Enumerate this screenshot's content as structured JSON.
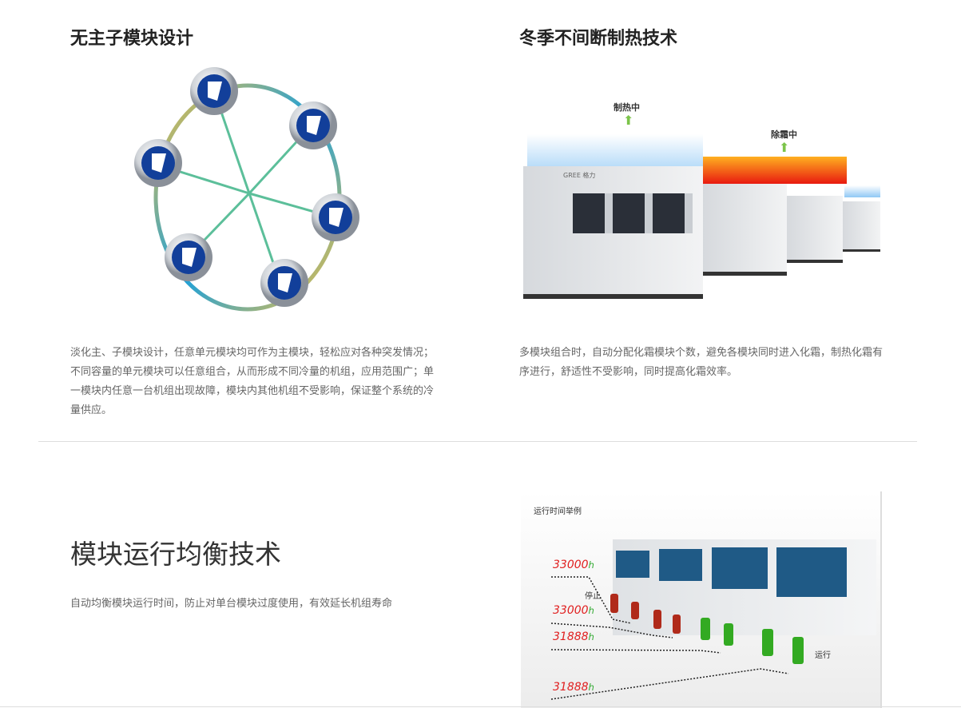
{
  "section1": {
    "title": "无主子模块设计",
    "description": "淡化主、子模块设计，任意单元模块均可作为主模块，轻松应对各种突发情况；不同容量的单元模块可以任意组合，从而形成不同冷量的机组，应用范围广；单一模块内任意一台机组出现故障，模块内其他机组不受影响，保证整个系统的冷量供应。"
  },
  "section2": {
    "title": "冬季不间断制热技术",
    "heating_label": "制热中",
    "defrost_label": "除霜中",
    "brand_logo": "GREE 格力",
    "description": "多模块组合时，自动分配化霜模块个数，避免各模块同时进入化霜，制热化霜有序进行，舒适性不受影响，同时提高化霜效率。"
  },
  "section3": {
    "title": "模块运行均衡技术",
    "description": "自动均衡模块运行时间，防止对单台模块过度使用，有效延长机组寿命",
    "image": {
      "caption": "运行时间举例",
      "stop_label": "停止",
      "run_label": "运行",
      "hours": [
        "33000",
        "33000",
        "31888",
        "31888"
      ],
      "unit": "h"
    }
  },
  "colors": {
    "run": "#33aa22",
    "stop": "#b02a1a",
    "hours": "#e02020",
    "ring_blue": "#1aa0dc",
    "ring_yellow": "#f5c040"
  }
}
